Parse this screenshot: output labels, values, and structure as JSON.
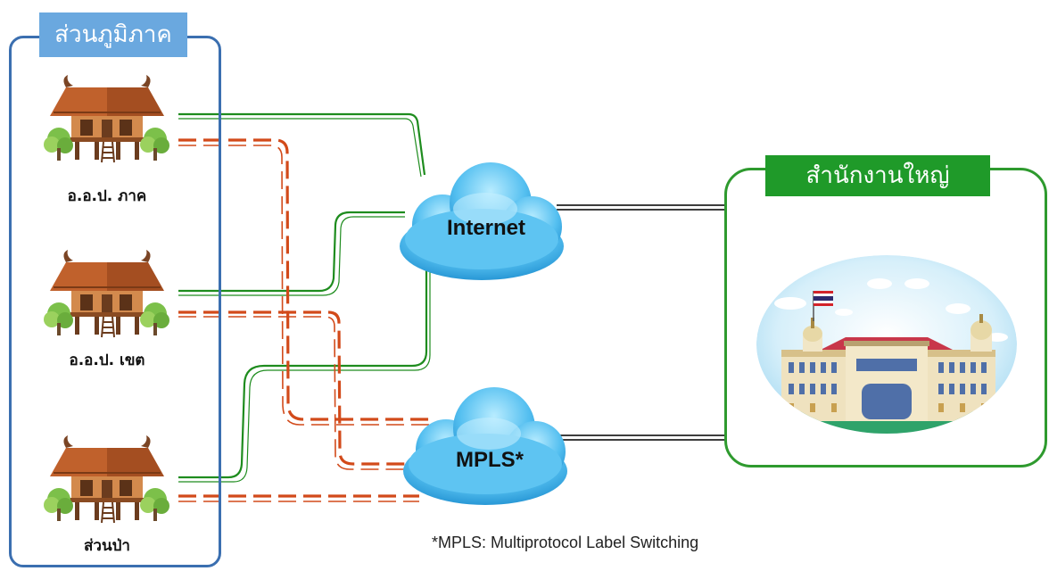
{
  "regional": {
    "title": "ส่วนภูมิภาค",
    "sites": [
      {
        "label": "อ.อ.ป. ภาค"
      },
      {
        "label": "อ.อ.ป. เขต"
      },
      {
        "label": "ส่วนป่า"
      }
    ]
  },
  "clouds": {
    "internet": "Internet",
    "mpls": "MPLS*"
  },
  "headquarters": {
    "title": "สำนักงานใหญ่"
  },
  "footnote": "*MPLS: Multiprotocol Label Switching",
  "colors": {
    "regional_border": "#3b6fb0",
    "regional_title_bg": "#6aa8df",
    "hq_border": "#2e9a2e",
    "hq_title_bg": "#1f9a29",
    "internet_link": "#1e8c1e",
    "mpls_link": "#d24a1a",
    "cloud_fill": "#5cc2f2",
    "house_roof": "#c0612c"
  }
}
